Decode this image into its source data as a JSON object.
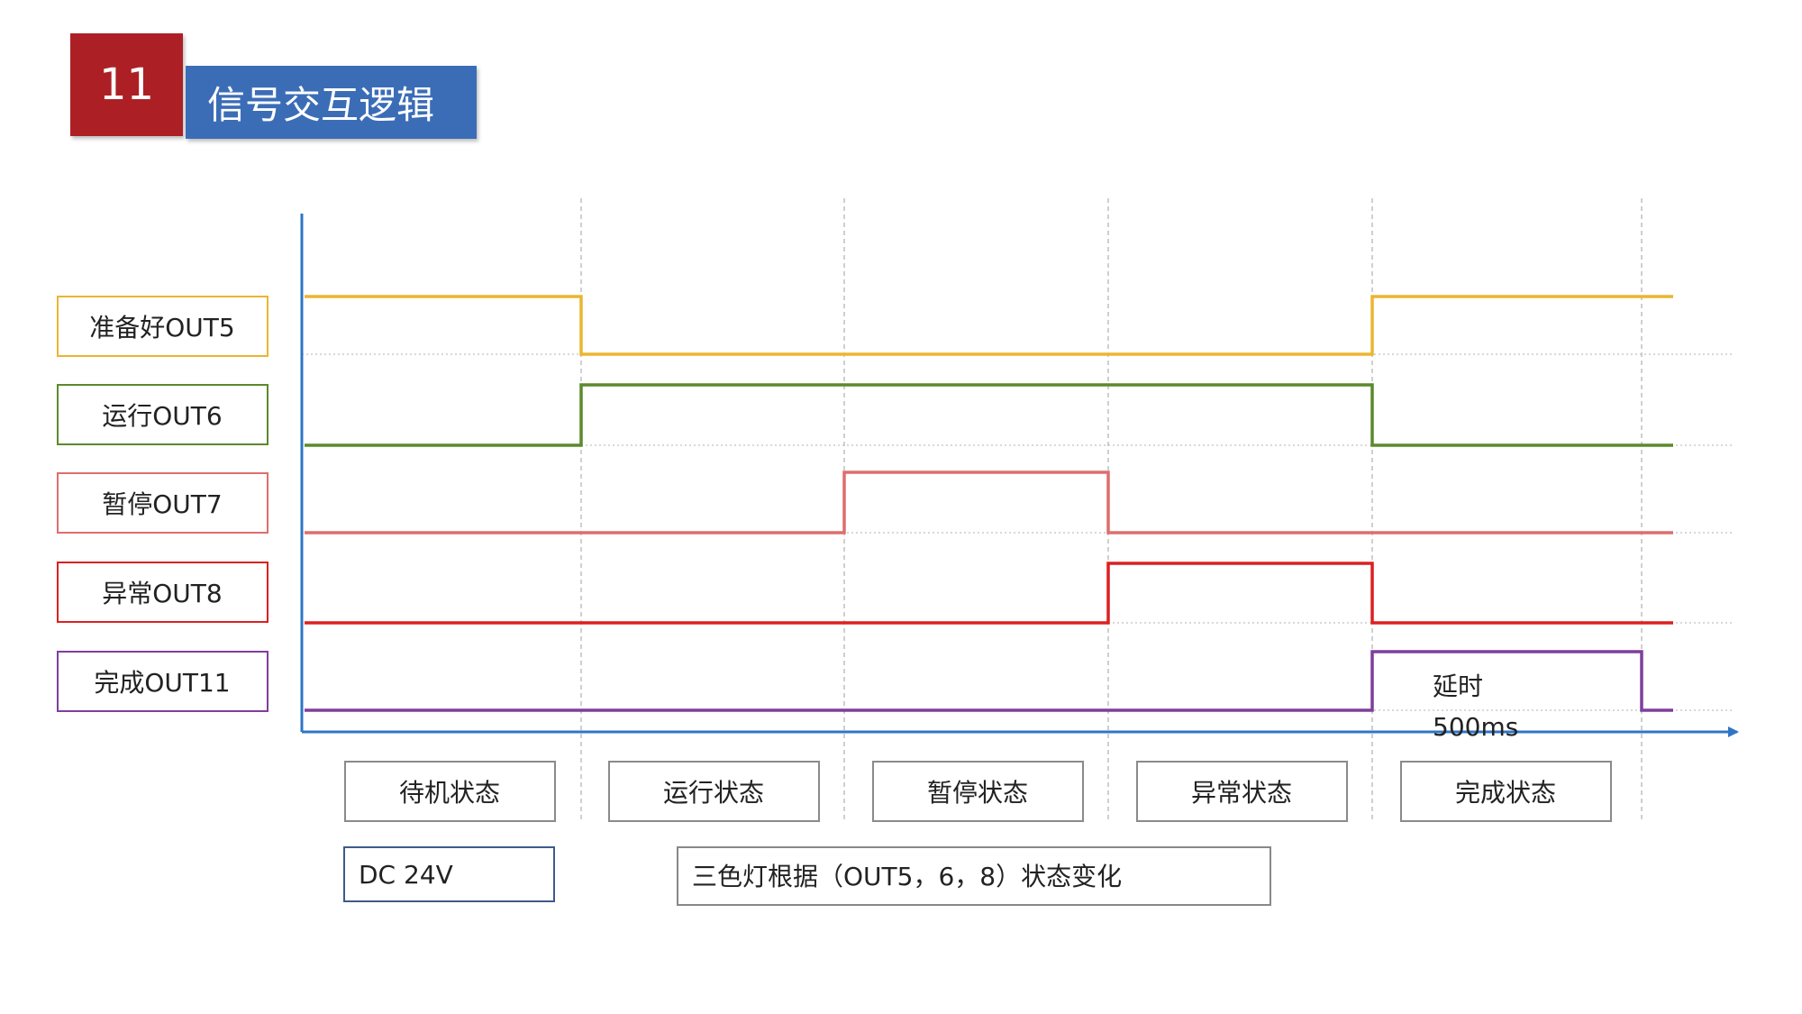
{
  "slide": {
    "number": "11",
    "title": "信号交互逻辑"
  },
  "colors": {
    "badge_red": "#ac2025",
    "banner_blue": "#3b6db7",
    "axis_blue": "#2e75c6"
  },
  "signals": [
    {
      "label": "准备好OUT5",
      "color": "#ebb530",
      "levels": [
        1,
        0,
        0,
        0,
        1
      ]
    },
    {
      "label": "运行OUT6",
      "color": "#5b8a2c",
      "levels": [
        0,
        1,
        1,
        1,
        0
      ]
    },
    {
      "label": "暂停OUT7",
      "color": "#de6e6e",
      "levels": [
        0,
        0,
        1,
        0,
        0
      ]
    },
    {
      "label": "异常OUT8",
      "color": "#dc2020",
      "levels": [
        0,
        0,
        0,
        1,
        0
      ]
    },
    {
      "label": "完成OUT11",
      "color": "#7f3e9c",
      "levels": [
        0,
        0,
        0,
        0,
        1
      ]
    }
  ],
  "states": [
    "待机状态",
    "运行状态",
    "暂停状态",
    "异常状态",
    "完成状态"
  ],
  "delay_note": {
    "line1": "延时",
    "line2": "500ms"
  },
  "notes": {
    "dc": "DC 24V",
    "tricolor": "三色灯根据（OUT5，6，8）状态变化"
  }
}
